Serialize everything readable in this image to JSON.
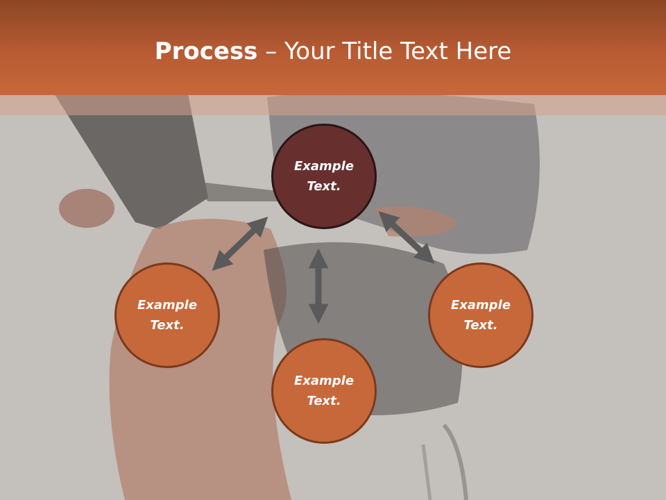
{
  "title": {
    "bold": "Process",
    "rest": " – Your Title Text Here"
  },
  "nodes": {
    "top": "Example Text.",
    "left": "Example Text.",
    "right": "Example Text.",
    "bottom": "Example Text."
  },
  "colors": {
    "header": "#c7683b",
    "node_fill": "#c7683b",
    "node_dark": "#682f2f",
    "arrow": "#5a5a5a",
    "text": "#ffffff"
  }
}
